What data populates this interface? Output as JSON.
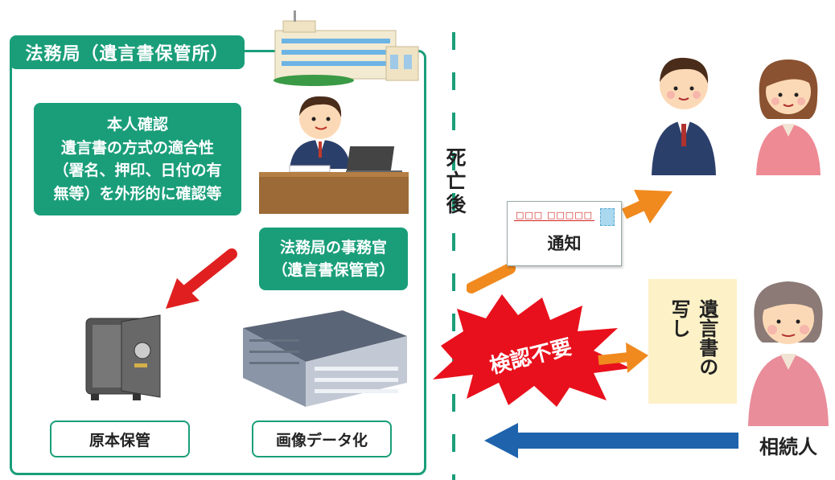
{
  "registry": {
    "title": "法務局（遺言書保管所）",
    "confirm_lines": [
      "本人確認",
      "遺言書の方式の適合性",
      "（署名、押印、日付の有",
      "無等）を外形的に確認等"
    ],
    "officer_lines": [
      "法務局の事務官",
      "（遺言書保管官）"
    ],
    "original_storage": "原本保管",
    "image_data": "画像データ化"
  },
  "after_death": [
    "死",
    "亡",
    "後"
  ],
  "notice": {
    "envelope_label": "□□□ □□□□□",
    "text": "通知"
  },
  "no_probate": "検認不要",
  "will_copy": "遺言書の写し",
  "heir": "相続人",
  "colors": {
    "green": "#1a9e7a",
    "orange": "#f08a1e",
    "red": "#e02020",
    "blue": "#1f63ad",
    "burst": "#e8101c",
    "copy_bg": "#fdf1c7"
  }
}
